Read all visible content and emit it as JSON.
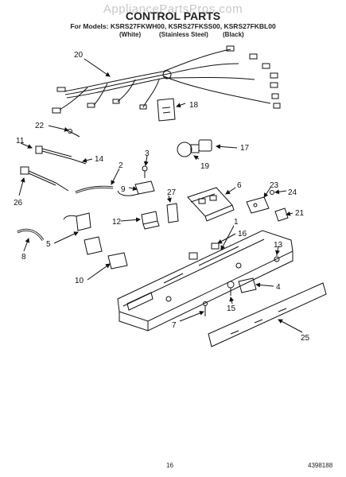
{
  "header": {
    "watermark": "AppliancePartsPros.com",
    "title": "CONTROL PARTS",
    "models": "For Models: KSRS27FKWH00, KSRS27FKSS00, KSRS27FKBL00",
    "finishes": [
      "(White)",
      "(Stainless Steel)",
      "(Black)"
    ]
  },
  "callouts": [
    "20",
    "18",
    "22",
    "11",
    "14",
    "2",
    "3",
    "17",
    "19",
    "26",
    "9",
    "27",
    "6",
    "23",
    "24",
    "21",
    "1",
    "16",
    "12",
    "5",
    "8",
    "10",
    "13",
    "4",
    "15",
    "7",
    "25"
  ],
  "footer": {
    "page_number": "16",
    "doc_number": "4398188"
  }
}
